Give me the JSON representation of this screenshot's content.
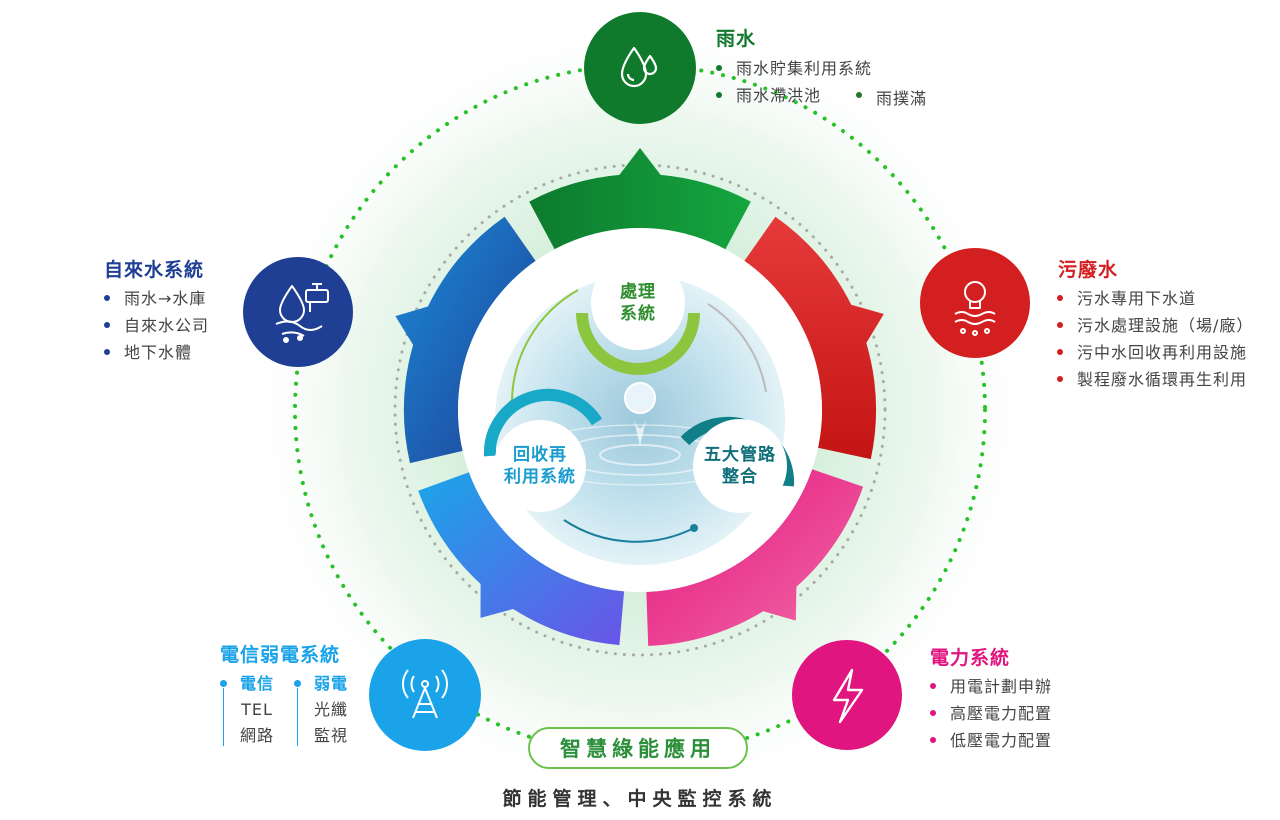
{
  "colors": {
    "rain": "#107a2c",
    "tap": "#1f3f94",
    "sewage": "#d31f1f",
    "telecom": "#1aa3e8",
    "power": "#e0157f",
    "badge_text": "#2c8f3a",
    "dots": "#27c227"
  },
  "icons": {
    "rain": "water-drops-icon",
    "tap": "faucet-icon",
    "sewage": "sewage-treatment-icon",
    "telecom": "antenna-tower-icon",
    "power": "lightning-bolt-icon"
  },
  "rain": {
    "title": "雨水",
    "items": [
      "雨水貯集利用系統",
      "雨水滯洪池",
      "雨撲滿"
    ]
  },
  "tap": {
    "title": "自來水系統",
    "items": [
      "雨水→水庫",
      "自來水公司",
      "地下水體"
    ]
  },
  "sewage": {
    "title": "污廢水",
    "items": [
      "污水專用下水道",
      "污水處理設施（場/廠）",
      "污中水回收再利用設施",
      "製程廢水循環再生利用"
    ]
  },
  "telecom": {
    "title": "電信弱電系統",
    "col1": {
      "header": "電信",
      "items": [
        "TEL",
        "網路"
      ]
    },
    "col2": {
      "header": "弱電",
      "items": [
        "光纖",
        "監視"
      ]
    }
  },
  "power": {
    "title": "電力系統",
    "items": [
      "用電計劃申辦",
      "高壓電力配置",
      "低壓電力配置"
    ]
  },
  "center": {
    "top": [
      "處理",
      "系統"
    ],
    "left": [
      "回收再",
      "利用系統"
    ],
    "right": [
      "五大管路",
      "整合"
    ]
  },
  "badge": "智慧綠能應用",
  "footer": "節能管理、中央監控系統"
}
